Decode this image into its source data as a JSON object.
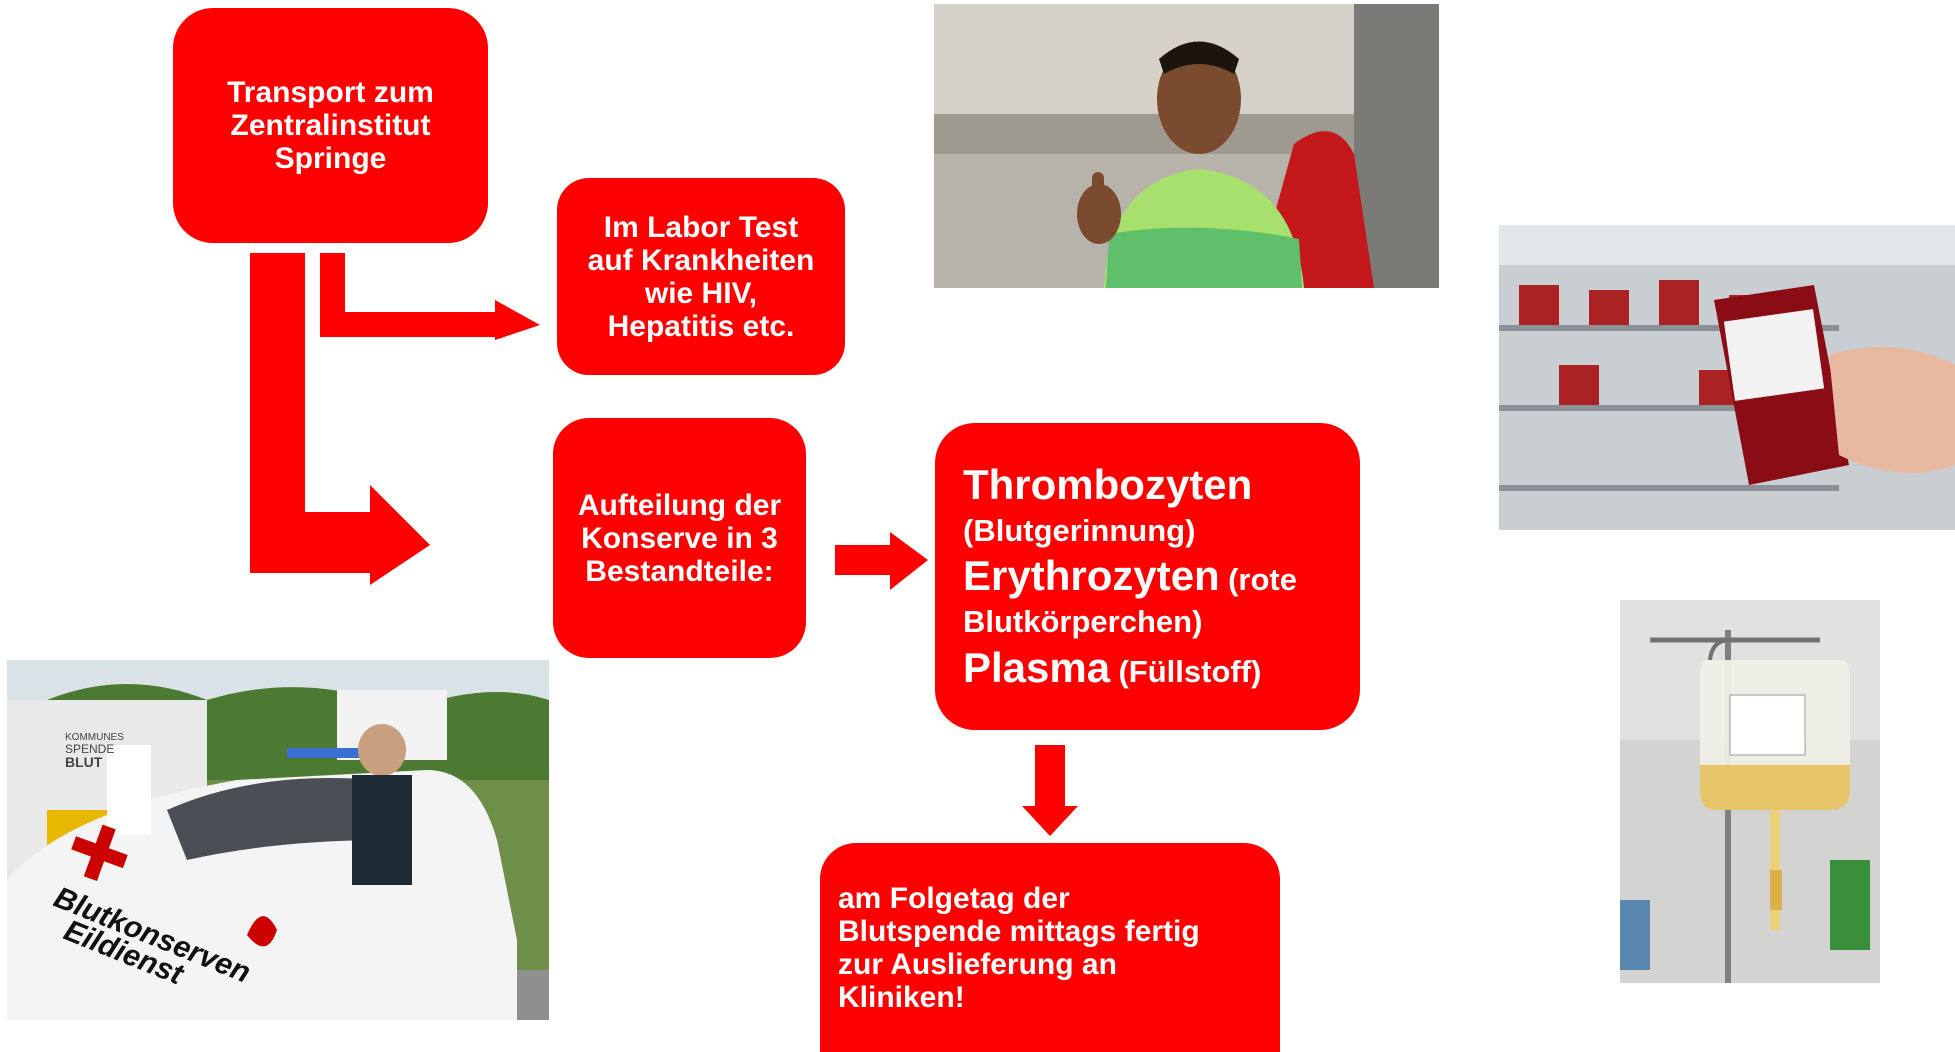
{
  "boxes": {
    "transport": [
      "Transport zum",
      "Zentralinstitut",
      "Springe"
    ],
    "labor": [
      "Im Labor Test",
      "auf Krankheiten",
      "wie HIV,",
      "Hepatitis etc."
    ],
    "aufteilung": [
      "Aufteilung der",
      "Konserve in 3",
      "Bestandteile:"
    ],
    "products": [
      {
        "name": "Thrombozyten",
        "note": "(Blutgerinnung)"
      },
      {
        "name": "Erythrozyten",
        "note": "(rote Blutkörperchen)"
      },
      {
        "name": "Plasma",
        "note": "(Füllstoff)"
      }
    ],
    "folgetag": [
      "am Folgetag der",
      "Blutspende mittags fertig",
      "zur Auslieferung an",
      "Kliniken!"
    ]
  },
  "photos": {
    "car_lettering": [
      "Blutkonserven",
      "Eildienst"
    ],
    "car_sign": [
      "KOMMUNES",
      "SPENDE",
      "BLUT"
    ]
  },
  "colors": {
    "accent": "#ff0000",
    "text_on_accent": "#ffffff"
  }
}
